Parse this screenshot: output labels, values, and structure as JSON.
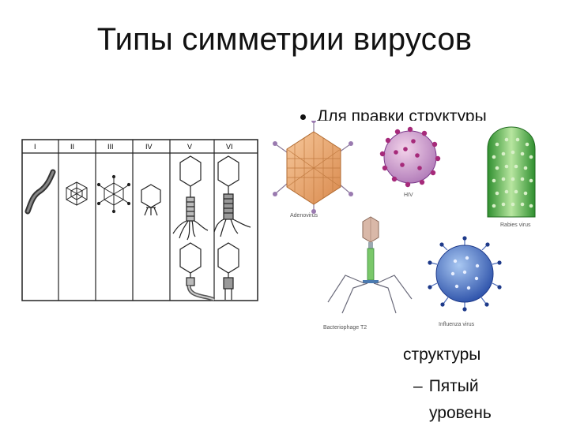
{
  "slide": {
    "title": "Типы симметрии вирусов",
    "bullet_text": "Для правки структуры",
    "lines": [
      "структуры",
      "Пятый",
      "уровень"
    ]
  },
  "left_figure": {
    "columns": [
      "I",
      "II",
      "III",
      "IV",
      "V",
      "VI"
    ]
  },
  "right_figure": {
    "labels": {
      "adenovirus": "Adenovirus",
      "hiv": "HIV",
      "rabies": "Rabies virus",
      "bacteriophage": "Bacteriophage T2",
      "influenza": "Influenza virus"
    }
  }
}
